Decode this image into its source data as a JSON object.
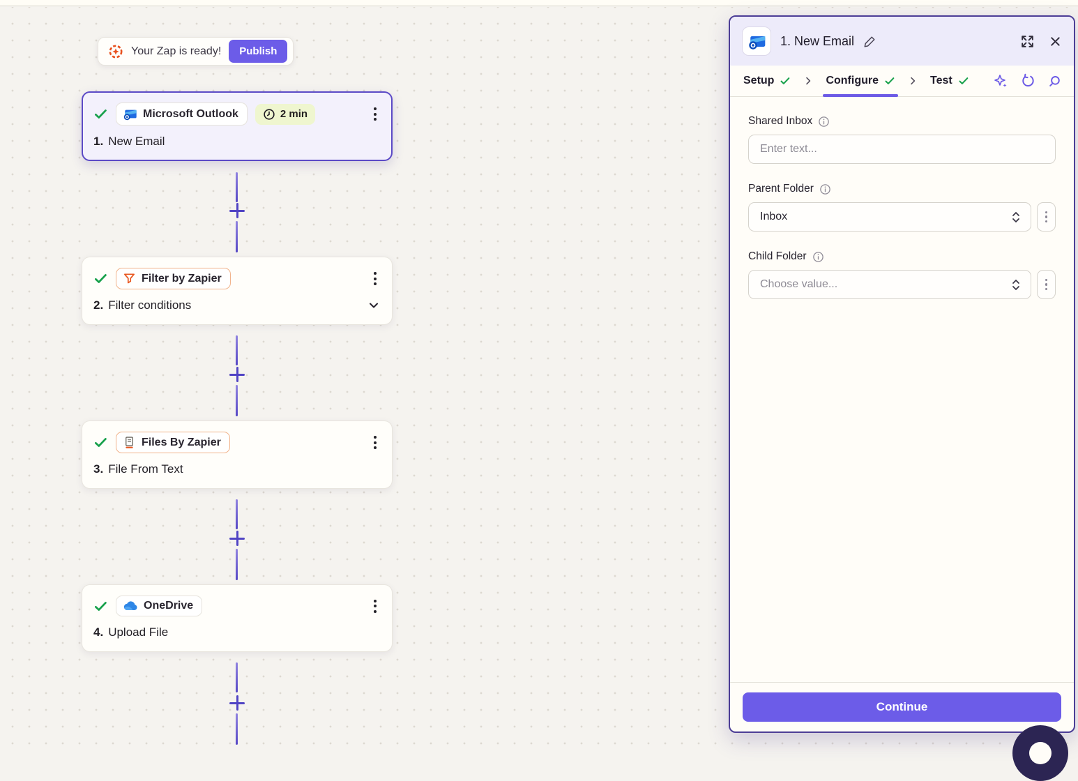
{
  "banner": {
    "message": "Your Zap is ready!",
    "publish_label": "Publish",
    "icon": "zap-ready-icon"
  },
  "steps": [
    {
      "number": "1.",
      "name": "New Email",
      "app_label": "Microsoft Outlook",
      "app_icon": "outlook-icon",
      "timer_badge": "2 min",
      "selected": true
    },
    {
      "number": "2.",
      "name": "Filter conditions",
      "app_label": "Filter by Zapier",
      "app_icon": "filter-icon"
    },
    {
      "number": "3.",
      "name": "File From Text",
      "app_label": "Files By Zapier",
      "app_icon": "files-icon"
    },
    {
      "number": "4.",
      "name": "Upload File",
      "app_label": "OneDrive",
      "app_icon": "onedrive-icon"
    }
  ],
  "panel": {
    "step_title": "1. New Email",
    "tabs": [
      {
        "label": "Setup",
        "status": "complete"
      },
      {
        "label": "Configure",
        "status": "complete",
        "active": true
      },
      {
        "label": "Test",
        "status": "complete"
      }
    ],
    "tools": [
      "ai-sparkle-icon",
      "refresh-icon",
      "search-icon"
    ],
    "fields": {
      "shared_inbox": {
        "label": "Shared Inbox",
        "placeholder": "Enter text..."
      },
      "parent_folder": {
        "label": "Parent Folder",
        "value": "Inbox"
      },
      "child_folder": {
        "label": "Child Folder",
        "placeholder": "Choose value..."
      }
    },
    "continue_label": "Continue"
  },
  "colors": {
    "accent_purple": "#6c5ce8",
    "selected_border": "#5b4ac6",
    "panel_border": "#4c3d96",
    "success_green": "#18a14c",
    "brand_orange": "#e8511f",
    "timer_badge_bg": "#eff6cf",
    "canvas_bg": "#f5f3ef",
    "header_lavender": "#edebfa"
  }
}
